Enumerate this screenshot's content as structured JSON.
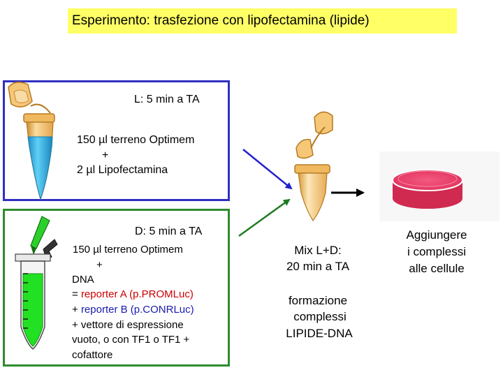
{
  "title": "Esperimento: trasfezione con lipofectamina (lipide)",
  "box_l": {
    "header": "L: 5 min a TA",
    "line1": "150 µl terreno Optimem",
    "line2": "+",
    "line3": "2 µl Lipofectamina"
  },
  "box_d": {
    "header": "D: 5 min a TA",
    "line1": "150 µl terreno Optimem",
    "line2": "+",
    "line3": "DNA",
    "line4_prefix": "= ",
    "line4_colored": "reporter A (p.PROMLuc)",
    "line5_prefix": "+ ",
    "line5_colored": "reporter B  (p.CONRLuc)",
    "line6": "+  vettore di espressione",
    "line7": "vuoto, o con TF1 o TF1 +",
    "line8": "cofattore"
  },
  "mix": {
    "line1": "Mix L+D:",
    "line2": "20 min a TA"
  },
  "complex": {
    "line1": "formazione",
    "line2": "complessi",
    "line3": "LIPIDE-DNA"
  },
  "cells": {
    "line1": "Aggiungere",
    "line2": "i complessi",
    "line3": "alle cellule"
  },
  "colors": {
    "title_bg": "#ffff66",
    "box_l_border": "#3030c0",
    "box_d_border": "#2e8b2e",
    "reporter_a": "#cc0000",
    "reporter_b": "#1a1ab0",
    "liquid_blue": "#2fa9e0",
    "liquid_green": "#22e022",
    "dish_pink": "#ec3f6a"
  }
}
